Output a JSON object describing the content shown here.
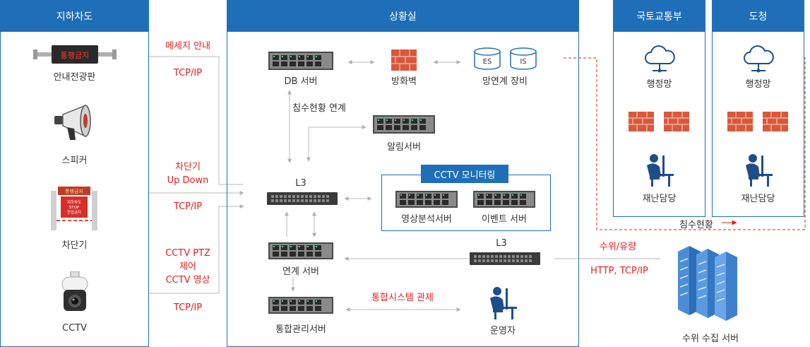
{
  "panels": {
    "tunnel": "지하차도",
    "control_room": "상황실",
    "ministry": "국토교통부",
    "province": "도청"
  },
  "tunnel_devices": {
    "sign": "안내전광판",
    "sign_display_text": "통행금지",
    "speaker": "스피커",
    "barrier": "차단기",
    "barrier_board_text": "지하차도 STOP 진입금지",
    "barrier_top_text": "통행금지",
    "cctv": "CCTV"
  },
  "link_labels": {
    "message": "메세지 안내",
    "tcpip_1": "TCP/IP",
    "barrier_control": "차단기\nUp Down",
    "tcpip_2": "TCP/IP",
    "cctv_control": "CCTV PTZ\n제어\nCCTV 영상",
    "tcpip_3": "TCP/IP",
    "integrated_control": "통합시스템 관제",
    "flood_status": "침수현황 연계",
    "level_flow": "수위/유량",
    "http_tcpip": "HTTP, TCP/IP",
    "flood_status_out": "침수현황"
  },
  "control_room_nodes": {
    "db_server": "DB 서버",
    "firewall": "방화벽",
    "network_link": "망연계 장비",
    "es": "ES",
    "is": "IS",
    "alarm_server": "알림서버",
    "l3_main": "L3",
    "cctv_monitoring": "CCTV 모니터링",
    "video_analysis": "영상분석서버",
    "event_server": "이벤트 서버",
    "link_server": "연계 서버",
    "l3_secondary": "L3",
    "integrated_mgmt": "통합관리서버",
    "operator": "운영자"
  },
  "ministry_nodes": {
    "admin_network": "행정망",
    "disaster_officer": "재난담당"
  },
  "province_nodes": {
    "admin_network": "행정망",
    "disaster_officer": "재난담당"
  },
  "external": {
    "level_server": "수위 수집 서버"
  },
  "colors": {
    "panel_blue": "#1f6fb8",
    "red_label": "#e02020",
    "line_gray": "#b8b8b8",
    "firewall": "#d9583b"
  }
}
